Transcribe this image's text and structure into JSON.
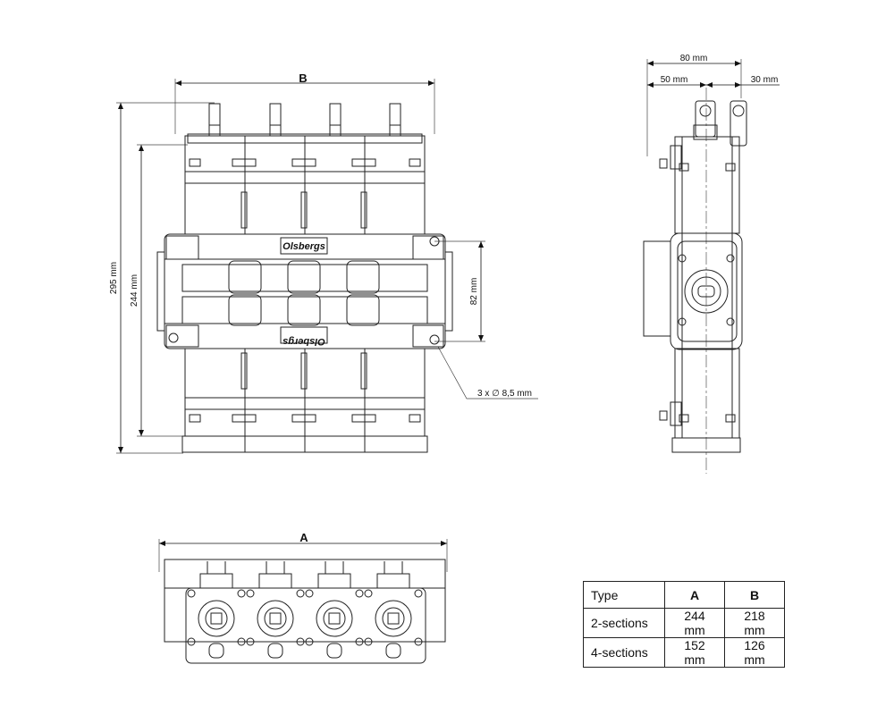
{
  "dimensions": {
    "width_b": "B",
    "width_a": "A",
    "height_total": "295 mm",
    "height_body": "244 mm",
    "hole_spacing": "82 mm",
    "holes": "3 x ∅ 8,5 mm",
    "side_total": "80 mm",
    "side_left": "50 mm",
    "side_right": "30 mm"
  },
  "brand": {
    "top": "Olsbergs",
    "bottom": "Olsbergs"
  },
  "table": {
    "headers": [
      "Type",
      "A",
      "B"
    ],
    "rows": [
      {
        "type": "2-sections",
        "a": "244 mm",
        "b": "218 mm"
      },
      {
        "type": "4-sections",
        "a": "152 mm",
        "b": "126 mm"
      }
    ]
  }
}
